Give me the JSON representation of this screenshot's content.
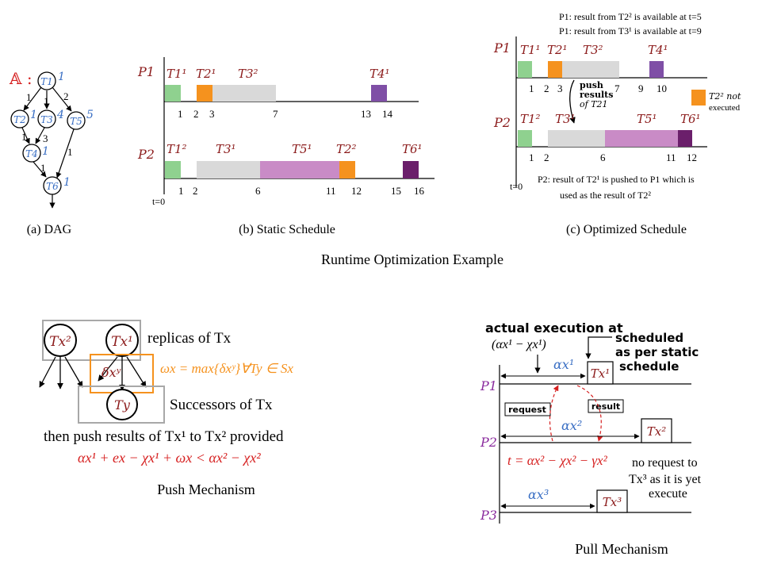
{
  "main_caption": "Runtime Optimization Example",
  "colors": {
    "dark_red": "#8b1a1a",
    "blue": "#3a6fc4",
    "green": "#8fd18f",
    "orange": "#f5921e",
    "gray": "#d9d9d9",
    "pink": "#c98bc6",
    "purple": "#7f4fa6",
    "dark_purple": "#6b1f6b",
    "red": "#d62020",
    "violet": "#8a2b9e"
  },
  "dag": {
    "caption": "(a) DAG",
    "graph_label": "𝔸 :",
    "nodes": [
      {
        "label": "T1",
        "weight": "1"
      },
      {
        "label": "T2",
        "weight": "1"
      },
      {
        "label": "T3",
        "weight": "4"
      },
      {
        "label": "T5",
        "weight": "5"
      },
      {
        "label": "T4",
        "weight": "1"
      },
      {
        "label": "T6",
        "weight": "1"
      }
    ],
    "edge_labels": [
      "1",
      "1",
      "2",
      "1",
      "3",
      "1",
      "1"
    ]
  },
  "static": {
    "caption": "(b) Static Schedule",
    "p1_label": "P1",
    "p2_label": "P2",
    "t0": "t=0",
    "p1_tasks": [
      "T1¹",
      "T2¹",
      "T3²",
      "T4¹"
    ],
    "p1_ticks": [
      "1",
      "2",
      "3",
      "7",
      "13",
      "14"
    ],
    "p2_tasks": [
      "T1²",
      "T3¹",
      "T5¹",
      "T2²",
      "T6¹"
    ],
    "p2_ticks": [
      "1",
      "2",
      "6",
      "11",
      "12",
      "15",
      "16"
    ]
  },
  "optimized": {
    "caption": "(c) Optimized Schedule",
    "note1": "P1: result from T2² is available at t=5",
    "note2": "P1: result from T3¹ is available at t=9",
    "p1_label": "P1",
    "p2_label": "P2",
    "t0": "t=0",
    "p1_tasks": [
      "T1¹",
      "T2¹",
      "T3²",
      "T4¹"
    ],
    "p1_ticks": [
      "1",
      "2",
      "3",
      "7",
      "9",
      "10"
    ],
    "push_note": [
      "push",
      "results",
      "of T21"
    ],
    "legend_text": [
      "T2² not",
      "executed"
    ],
    "p2_tasks": [
      "T1²",
      "T3¹",
      "T5¹",
      "T6¹"
    ],
    "p2_ticks": [
      "1",
      "2",
      "6",
      "11",
      "12"
    ],
    "bottom_note1": "P2: result of T2¹ is pushed to P1 which is",
    "bottom_note2": "used as the result of T2²"
  },
  "push": {
    "caption": "Push Mechanism",
    "replica_a": "Tx²",
    "replica_b": "Tx¹",
    "successor": "Ty",
    "delta": "δxʸ",
    "replicas_text": "replicas of Tx",
    "omega_text": "ωx = max{δxʸ}∀Ty ∈ Sx",
    "successors_text": "Successors of Tx",
    "then_text": "then push results of Tx¹ to Tx² provided",
    "condition_text": "αx¹ + ex − χx¹ + ωx < αx² − χx²"
  },
  "pull": {
    "caption": "Pull Mechanism",
    "actual_text": "actual execution at",
    "actual_expr": "(αx¹ − χx¹)",
    "scheduled_text": [
      "scheduled",
      "as per static",
      "schedule"
    ],
    "p1": "P1",
    "p2": "P2",
    "p3": "P3",
    "alpha1": "αx¹",
    "alpha2": "αx²",
    "alpha3": "αx³",
    "tx1": "Tx¹",
    "tx2": "Tx²",
    "tx3": "Tx³",
    "request": "request",
    "result": "result",
    "t_expr": "t = αx² − χx² − γx²",
    "no_request": [
      "no request to",
      "Tx³ as it is yet",
      "execute"
    ]
  }
}
